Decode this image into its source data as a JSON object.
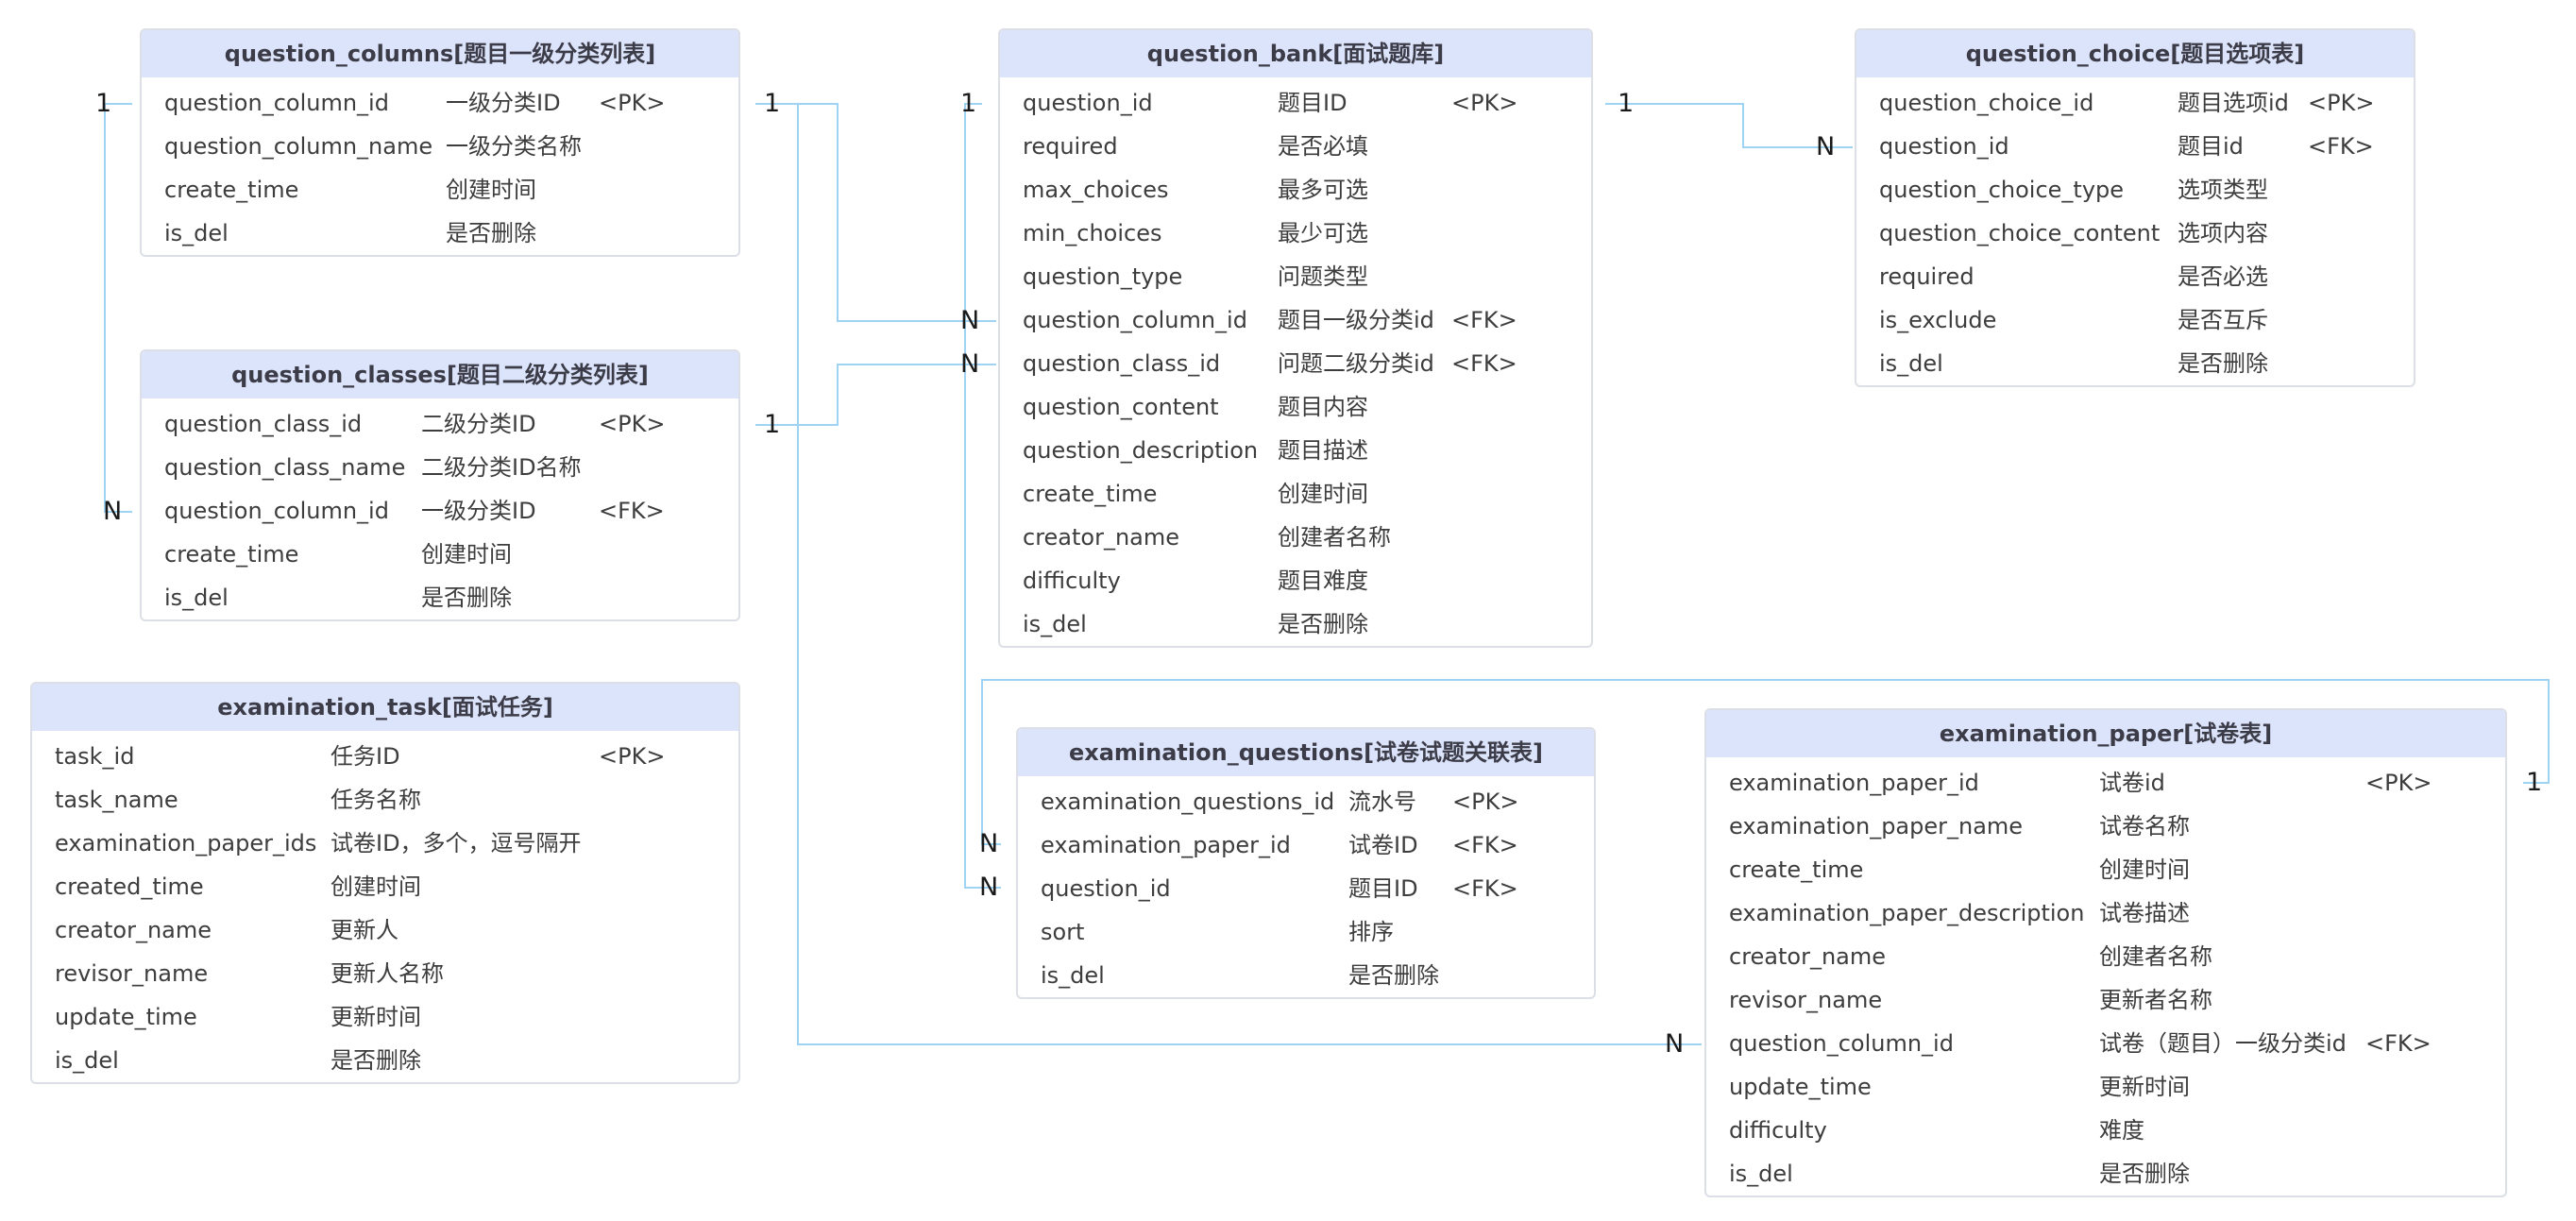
{
  "entities": {
    "question_columns": {
      "title": "question_columns[题目一级分类列表]",
      "fields": [
        [
          "question_column_id",
          "一级分类ID",
          "<PK>"
        ],
        [
          "question_column_name",
          "一级分类名称",
          ""
        ],
        [
          "create_time",
          "创建时间",
          ""
        ],
        [
          "is_del",
          "是否删除",
          ""
        ]
      ]
    },
    "question_classes": {
      "title": "question_classes[题目二级分类列表]",
      "fields": [
        [
          "question_class_id",
          "二级分类ID",
          "<PK>"
        ],
        [
          "question_class_name",
          "二级分类ID名称",
          ""
        ],
        [
          "question_column_id",
          "一级分类ID",
          "<FK>"
        ],
        [
          "create_time",
          "创建时间",
          ""
        ],
        [
          "is_del",
          "是否删除",
          ""
        ]
      ]
    },
    "examination_task": {
      "title": "examination_task[面试任务]",
      "fields": [
        [
          "task_id",
          "任务ID",
          "<PK>"
        ],
        [
          "task_name",
          "任务名称",
          ""
        ],
        [
          "examination_paper_ids",
          "试卷ID，多个，逗号隔开",
          ""
        ],
        [
          "created_time",
          "创建时间",
          ""
        ],
        [
          "creator_name",
          "更新人",
          ""
        ],
        [
          "revisor_name",
          "更新人名称",
          ""
        ],
        [
          "update_time",
          "更新时间",
          ""
        ],
        [
          "is_del",
          "是否删除",
          ""
        ]
      ]
    },
    "question_bank": {
      "title": "question_bank[面试题库]",
      "fields": [
        [
          "question_id",
          "题目ID",
          "<PK>"
        ],
        [
          "required",
          "是否必填",
          ""
        ],
        [
          "max_choices",
          "最多可选",
          ""
        ],
        [
          "min_choices",
          "最少可选",
          ""
        ],
        [
          "question_type",
          "问题类型",
          ""
        ],
        [
          "question_column_id",
          "题目一级分类id",
          "<FK>"
        ],
        [
          "question_class_id",
          "问题二级分类id",
          "<FK>"
        ],
        [
          "question_content",
          "题目内容",
          ""
        ],
        [
          "question_description",
          "题目描述",
          ""
        ],
        [
          "create_time",
          "创建时间",
          ""
        ],
        [
          "creator_name",
          "创建者名称",
          ""
        ],
        [
          "difficulty",
          "题目难度",
          ""
        ],
        [
          "is_del",
          "是否删除",
          ""
        ]
      ]
    },
    "examination_questions": {
      "title": "examination_questions[试卷试题关联表]",
      "fields": [
        [
          "examination_questions_id",
          "流水号",
          "<PK>"
        ],
        [
          "examination_paper_id",
          "试卷ID",
          "<FK>"
        ],
        [
          "question_id",
          "题目ID",
          "<FK>"
        ],
        [
          "sort",
          "排序",
          ""
        ],
        [
          "is_del",
          "是否删除",
          ""
        ]
      ]
    },
    "question_choice": {
      "title": "question_choice[题目选项表]",
      "fields": [
        [
          "question_choice_id",
          "题目选项id",
          "<PK>"
        ],
        [
          "question_id",
          "题目id",
          "<FK>"
        ],
        [
          "question_choice_type",
          "选项类型",
          ""
        ],
        [
          "question_choice_content",
          "选项内容",
          ""
        ],
        [
          "required",
          "是否必选",
          ""
        ],
        [
          "is_exclude",
          "是否互斥",
          ""
        ],
        [
          "is_del",
          "是否删除",
          ""
        ]
      ]
    },
    "examination_paper": {
      "title": "examination_paper[试卷表]",
      "fields": [
        [
          "examination_paper_id",
          "试卷id",
          "<PK>"
        ],
        [
          "examination_paper_name",
          "试卷名称",
          ""
        ],
        [
          "create_time",
          "创建时间",
          ""
        ],
        [
          "examination_paper_description",
          "试卷描述",
          ""
        ],
        [
          "creator_name",
          "创建者名称",
          ""
        ],
        [
          "revisor_name",
          "更新者名称",
          ""
        ],
        [
          "question_column_id",
          "试卷（题目）一级分类id",
          "<FK>"
        ],
        [
          "update_time",
          "更新时间",
          ""
        ],
        [
          "difficulty",
          "难度",
          ""
        ],
        [
          "is_del",
          "是否删除",
          ""
        ]
      ]
    }
  },
  "relations": [
    {
      "from": "question_columns",
      "to": "question_classes",
      "from_card": "1",
      "to_card": "N"
    },
    {
      "from": "question_columns",
      "to": "question_bank",
      "from_card": "1",
      "to_card": "N"
    },
    {
      "from": "question_classes",
      "to": "question_bank",
      "from_card": "1",
      "to_card": "N"
    },
    {
      "from": "question_columns",
      "to": "examination_paper",
      "from_card": "1",
      "to_card": "N"
    },
    {
      "from": "question_bank",
      "to": "question_choice",
      "from_card": "1",
      "to_card": "N"
    },
    {
      "from": "question_bank",
      "to": "examination_questions",
      "from_card": "1",
      "to_card": "N"
    },
    {
      "from": "examination_paper",
      "to": "examination_questions",
      "from_card": "1",
      "to_card": "N"
    }
  ],
  "colors": {
    "header_bg": "#dce4fb",
    "border": "#dcdfe6",
    "connector": "#9fd3f3"
  }
}
